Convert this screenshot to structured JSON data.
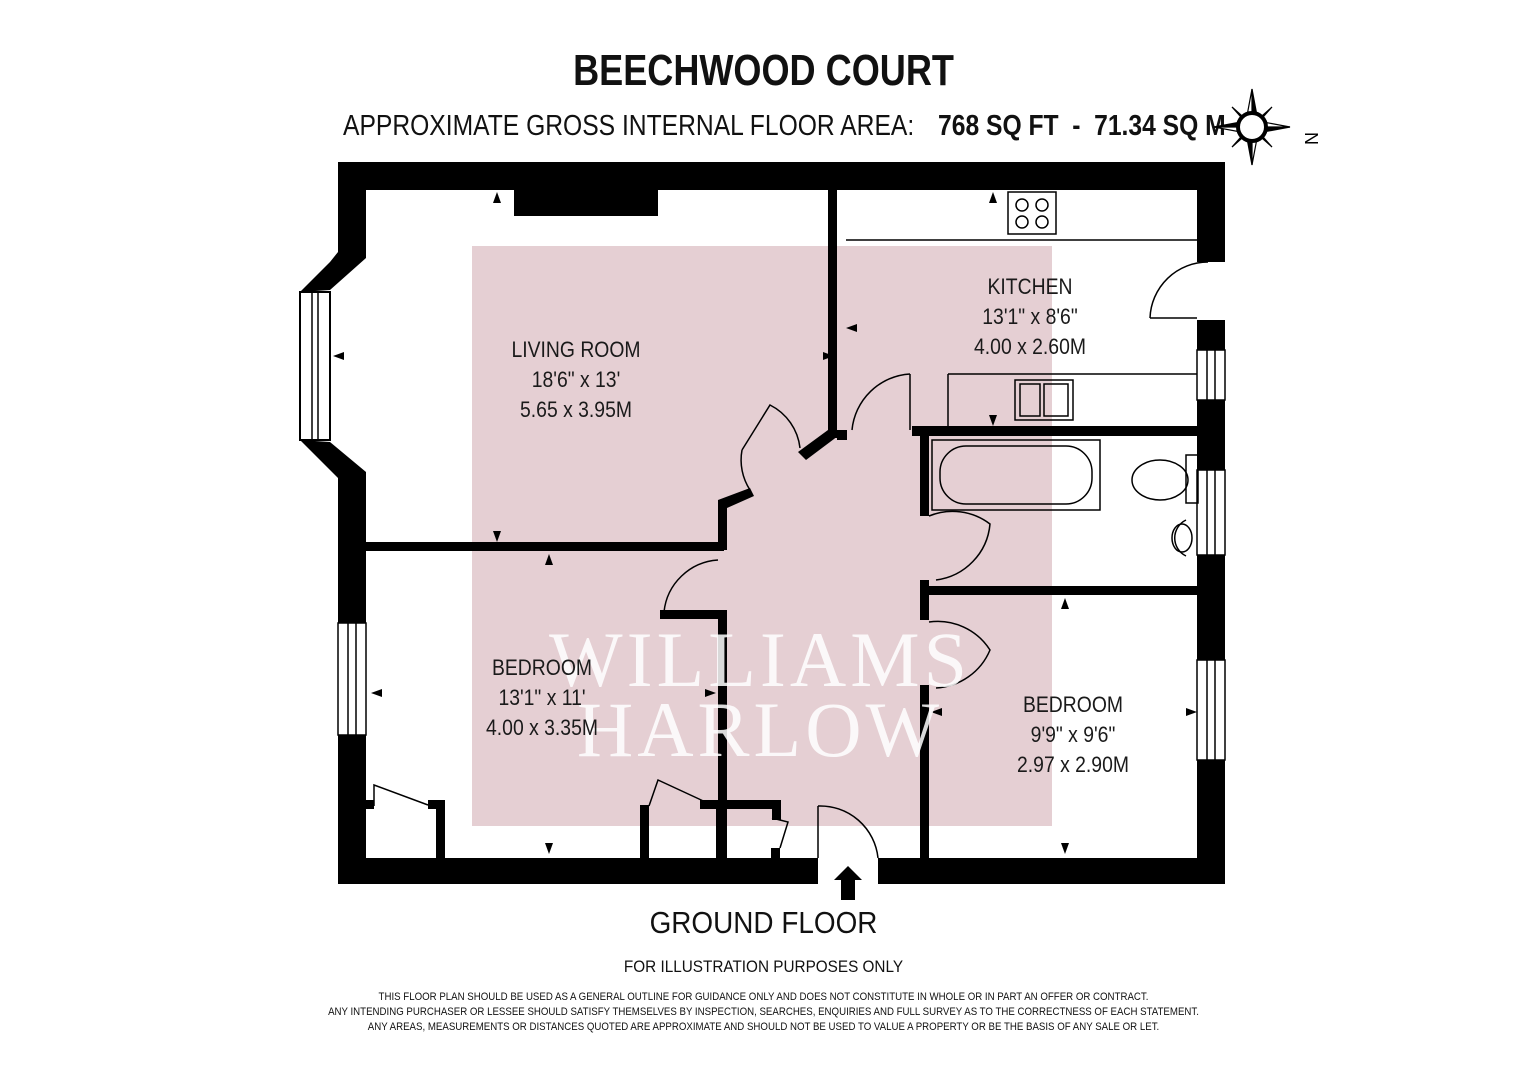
{
  "header": {
    "title": "BEECHWOOD COURT",
    "area_label": "APPROXIMATE GROSS INTERNAL FLOOR AREA:",
    "area_sqft": "768 SQ FT",
    "area_sep": "-",
    "area_sqm": "71.34 SQ M"
  },
  "compass": {
    "north_label": "N",
    "icon": "compass-rose-icon"
  },
  "rooms": {
    "living": {
      "name": "LIVING ROOM",
      "imperial": "18'6\" x 13'",
      "metric": "5.65 x 3.95M"
    },
    "kitchen": {
      "name": "KITCHEN",
      "imperial": "13'1\" x 8'6\"",
      "metric": "4.00 x 2.60M"
    },
    "bedroom1": {
      "name": "BEDROOM",
      "imperial": "13'1\" x 11'",
      "metric": "4.00 x 3.35M"
    },
    "bedroom2": {
      "name": "BEDROOM",
      "imperial": "9'9\" x 9'6\"",
      "metric": "2.97 x 2.90M"
    }
  },
  "watermark": {
    "line1": "WILLIAMS",
    "line2": "HARLOW"
  },
  "footer": {
    "floor": "GROUND FLOOR",
    "illustration_note": "FOR ILLUSTRATION PURPOSES ONLY",
    "disclaimer_1": "THIS FLOOR PLAN SHOULD BE USED AS A GENERAL OUTLINE FOR GUIDANCE ONLY AND DOES NOT CONSTITUTE IN WHOLE OR IN PART AN OFFER OR CONTRACT.",
    "disclaimer_2": "ANY INTENDING PURCHASER OR LESSEE SHOULD SATISFY THEMSELVES BY INSPECTION, SEARCHES, ENQUIRIES AND FULL SURVEY AS TO THE CORRECTNESS OF EACH STATEMENT.",
    "disclaimer_3": "ANY AREAS, MEASUREMENTS OR DISTANCES QUOTED ARE APPROXIMATE AND SHOULD NOT BE USED TO VALUE A PROPERTY OR BE THE BASIS OF ANY SALE OR LET."
  },
  "colors": {
    "wall": "#000000",
    "watermark_block": "#e5cfd3",
    "text": "#111111"
  }
}
